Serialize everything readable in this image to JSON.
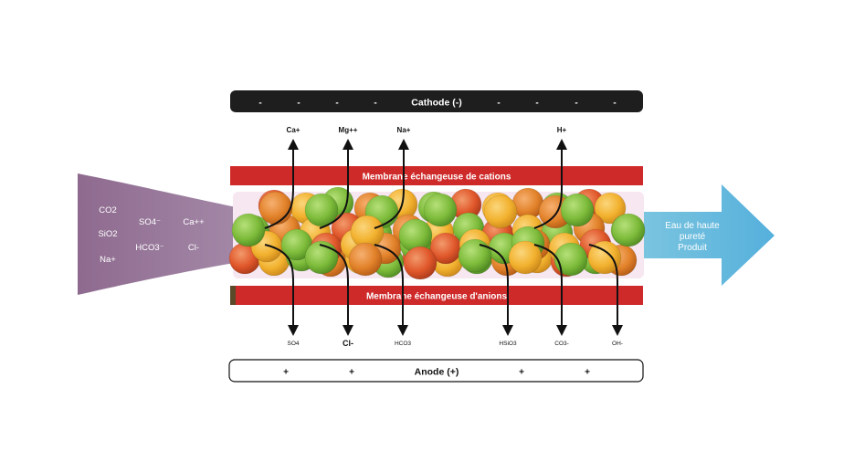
{
  "cathode": {
    "label": "Cathode (-)",
    "sign": "-"
  },
  "anode": {
    "label": "Anode (+)",
    "sign": "+"
  },
  "cation_membrane": {
    "label": "Membrane échangeuse de cations"
  },
  "anion_membrane": {
    "label": "Membrane échangeuse d'anions"
  },
  "feed_ions": {
    "col1": [
      "CO2",
      "SiO2",
      "Na+"
    ],
    "col2": [
      "SO4⁻",
      "HCO3⁻"
    ],
    "col3": [
      "Ca++",
      "Cl-"
    ]
  },
  "cations_out": [
    "Ca+",
    "Mg++",
    "Na+",
    "H+"
  ],
  "anions_out": [
    "SO4",
    "Cl-",
    "HCO3",
    "HSiO3",
    "CO3-",
    "OH-"
  ],
  "product": {
    "line1": "Eau de haute",
    "line2": "pureté",
    "line3": "Produit"
  },
  "colors": {
    "electrode_dark": "#1e1e1e",
    "membrane_red": "#cf2a2a",
    "feed_purple": "#8a6a8e",
    "product_blue": "#5fb3d9",
    "bead_green": "#7dbb3a",
    "bead_orange": "#e2822a",
    "bead_yellow": "#f2b12e",
    "bead_red_orange": "#e0572a"
  }
}
